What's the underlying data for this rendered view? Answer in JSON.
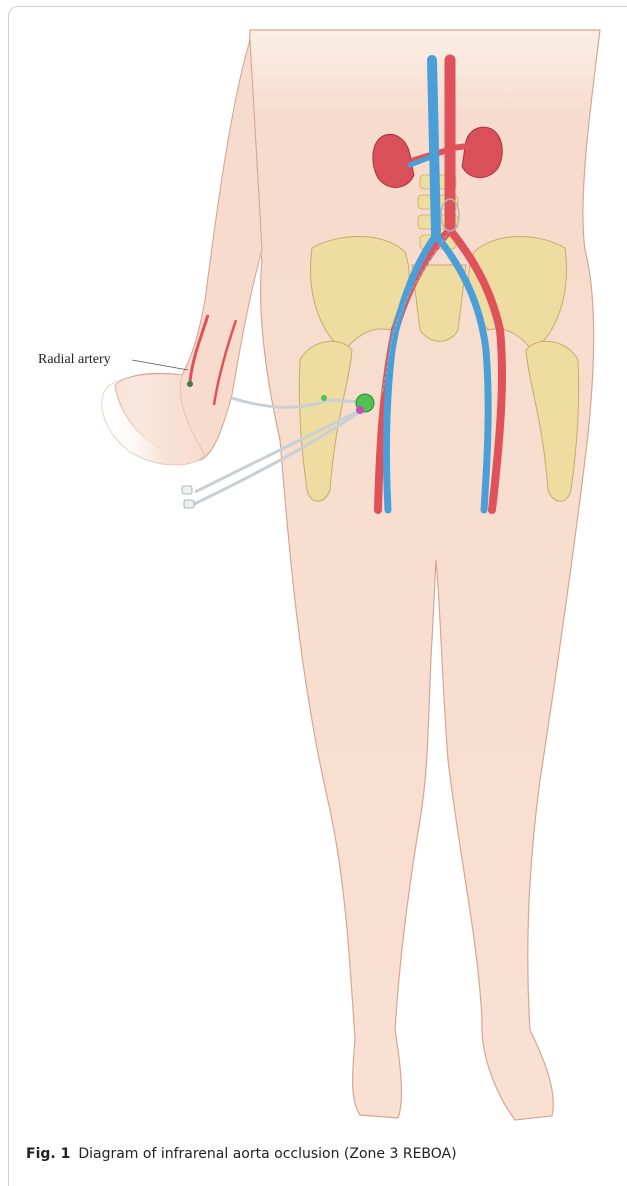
{
  "figure": {
    "label": "Fig. 1",
    "caption": "Diagram of infrarenal aorta occlusion (Zone 3 REBOA)"
  },
  "annotations": {
    "radial_artery": "Radial artery"
  },
  "colors": {
    "skin": "#f7dccd",
    "skin_outline": "#d9a593",
    "bone": "#efdca0",
    "artery": "#e0525a",
    "vein": "#4a9fd8",
    "kidney": "#d94f5a",
    "catheter": "#dfe3e6",
    "balloon_hub": "#4fc24f"
  }
}
